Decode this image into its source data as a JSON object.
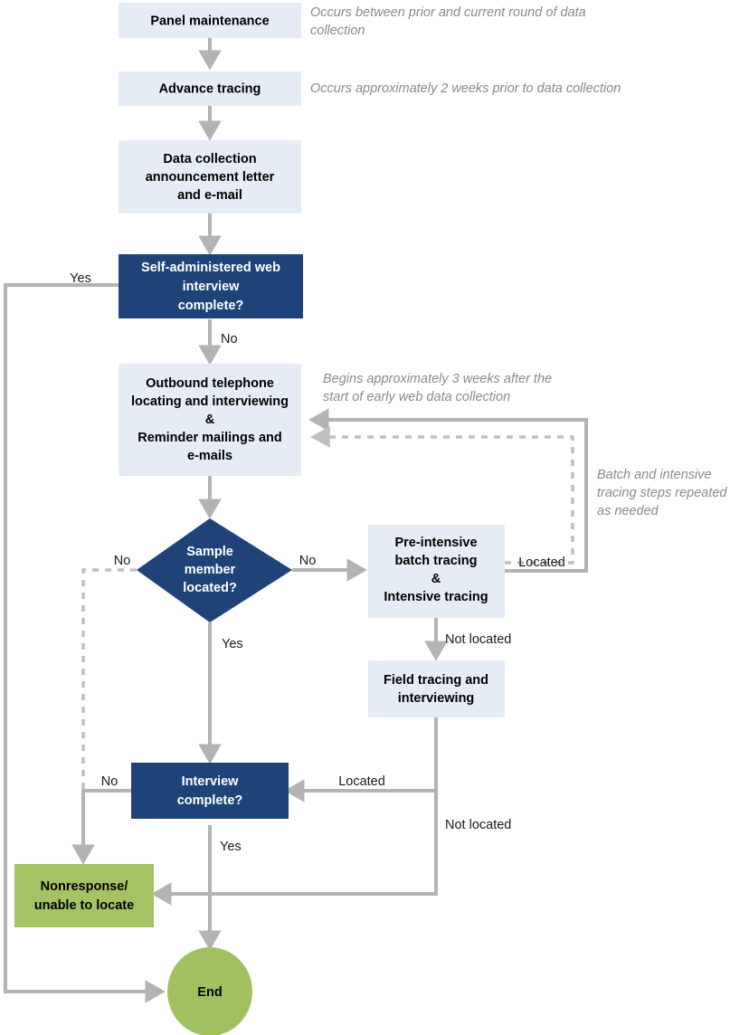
{
  "diagram": {
    "title": "Panel survey data collection flowchart",
    "colors": {
      "light_box": "#e6ecf5",
      "dark_box": "#1f4378",
      "green_box": "#a4c364",
      "green_circle": "#a1c161",
      "connector": "#b3b3b3",
      "note_text": "#8a8a8a",
      "label_text": "#1a1a1a"
    },
    "nodes": [
      {
        "id": "panel-maintenance",
        "shape": "rect",
        "style": "light",
        "lines": [
          "Panel maintenance"
        ]
      },
      {
        "id": "advance-tracing",
        "shape": "rect",
        "style": "light",
        "lines": [
          "Advance tracing"
        ]
      },
      {
        "id": "announcement-letter",
        "shape": "rect",
        "style": "light",
        "lines": [
          "Data collection",
          "announcement letter",
          "and e-mail"
        ]
      },
      {
        "id": "web-interview-complete",
        "shape": "rect",
        "style": "dark",
        "lines": [
          "Self-administered web",
          "interview",
          "complete?"
        ]
      },
      {
        "id": "outbound-telephone",
        "shape": "rect",
        "style": "light",
        "lines": [
          "Outbound telephone",
          "locating and interviewing",
          "&",
          "Reminder mailings and",
          "e-mails"
        ]
      },
      {
        "id": "sample-member-located",
        "shape": "diamond",
        "style": "dark",
        "lines": [
          "Sample",
          "member",
          "located?"
        ]
      },
      {
        "id": "pre-intensive-batch-tracing",
        "shape": "rect",
        "style": "light",
        "lines": [
          "Pre-intensive",
          "batch tracing",
          "&",
          "Intensive tracing"
        ]
      },
      {
        "id": "field-tracing",
        "shape": "rect",
        "style": "light",
        "lines": [
          "Field tracing and",
          "interviewing"
        ]
      },
      {
        "id": "interview-complete",
        "shape": "rect",
        "style": "dark",
        "lines": [
          "Interview",
          "complete?"
        ]
      },
      {
        "id": "nonresponse",
        "shape": "rect",
        "style": "green",
        "lines": [
          "Nonresponse/",
          "unable to locate"
        ]
      },
      {
        "id": "end",
        "shape": "ellipse",
        "style": "green",
        "lines": [
          "End"
        ]
      }
    ],
    "edge_labels": {
      "web_yes": "Yes",
      "web_no": "No",
      "sample_no_left": "No",
      "sample_no_right": "No",
      "sample_yes": "Yes",
      "batch_located": "Located",
      "batch_not_located": "Not located",
      "field_located": "Located",
      "field_not_located": "Not located",
      "interview_no": "No",
      "interview_yes": "Yes"
    },
    "notes": [
      {
        "id": "note-panel-maintenance",
        "lines": [
          "Occurs between prior and current round of data",
          "collection"
        ]
      },
      {
        "id": "note-advance-tracing",
        "lines": [
          "Occurs approximately 2 weeks prior to data collection"
        ]
      },
      {
        "id": "note-outbound-telephone",
        "lines": [
          "Begins approximately 3 weeks after the",
          "start of early web data collection"
        ]
      },
      {
        "id": "note-batch-repeat",
        "lines": [
          "Batch and intensive",
          "tracing steps repeated",
          "as needed"
        ]
      }
    ]
  }
}
